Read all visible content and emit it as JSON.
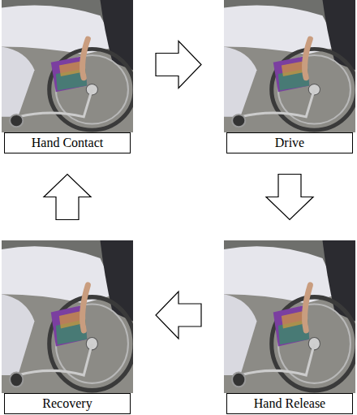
{
  "diagram": {
    "nodes": [
      {
        "text": [
          "Hand Contact"
        ]
      },
      {
        "text": [
          "Drive"
        ]
      },
      {
        "text": [
          "Recovery"
        ]
      },
      {
        "text": [
          "Hand Release"
        ]
      }
    ],
    "edges": [
      {
        "from": 0,
        "to": 1,
        "arrow": "to"
      },
      {
        "from": 1,
        "to": 3,
        "arrow": "to"
      },
      {
        "from": 3,
        "to": 2,
        "arrow": "to"
      },
      {
        "from": 2,
        "to": 0,
        "arrow": "to"
      }
    ]
  }
}
